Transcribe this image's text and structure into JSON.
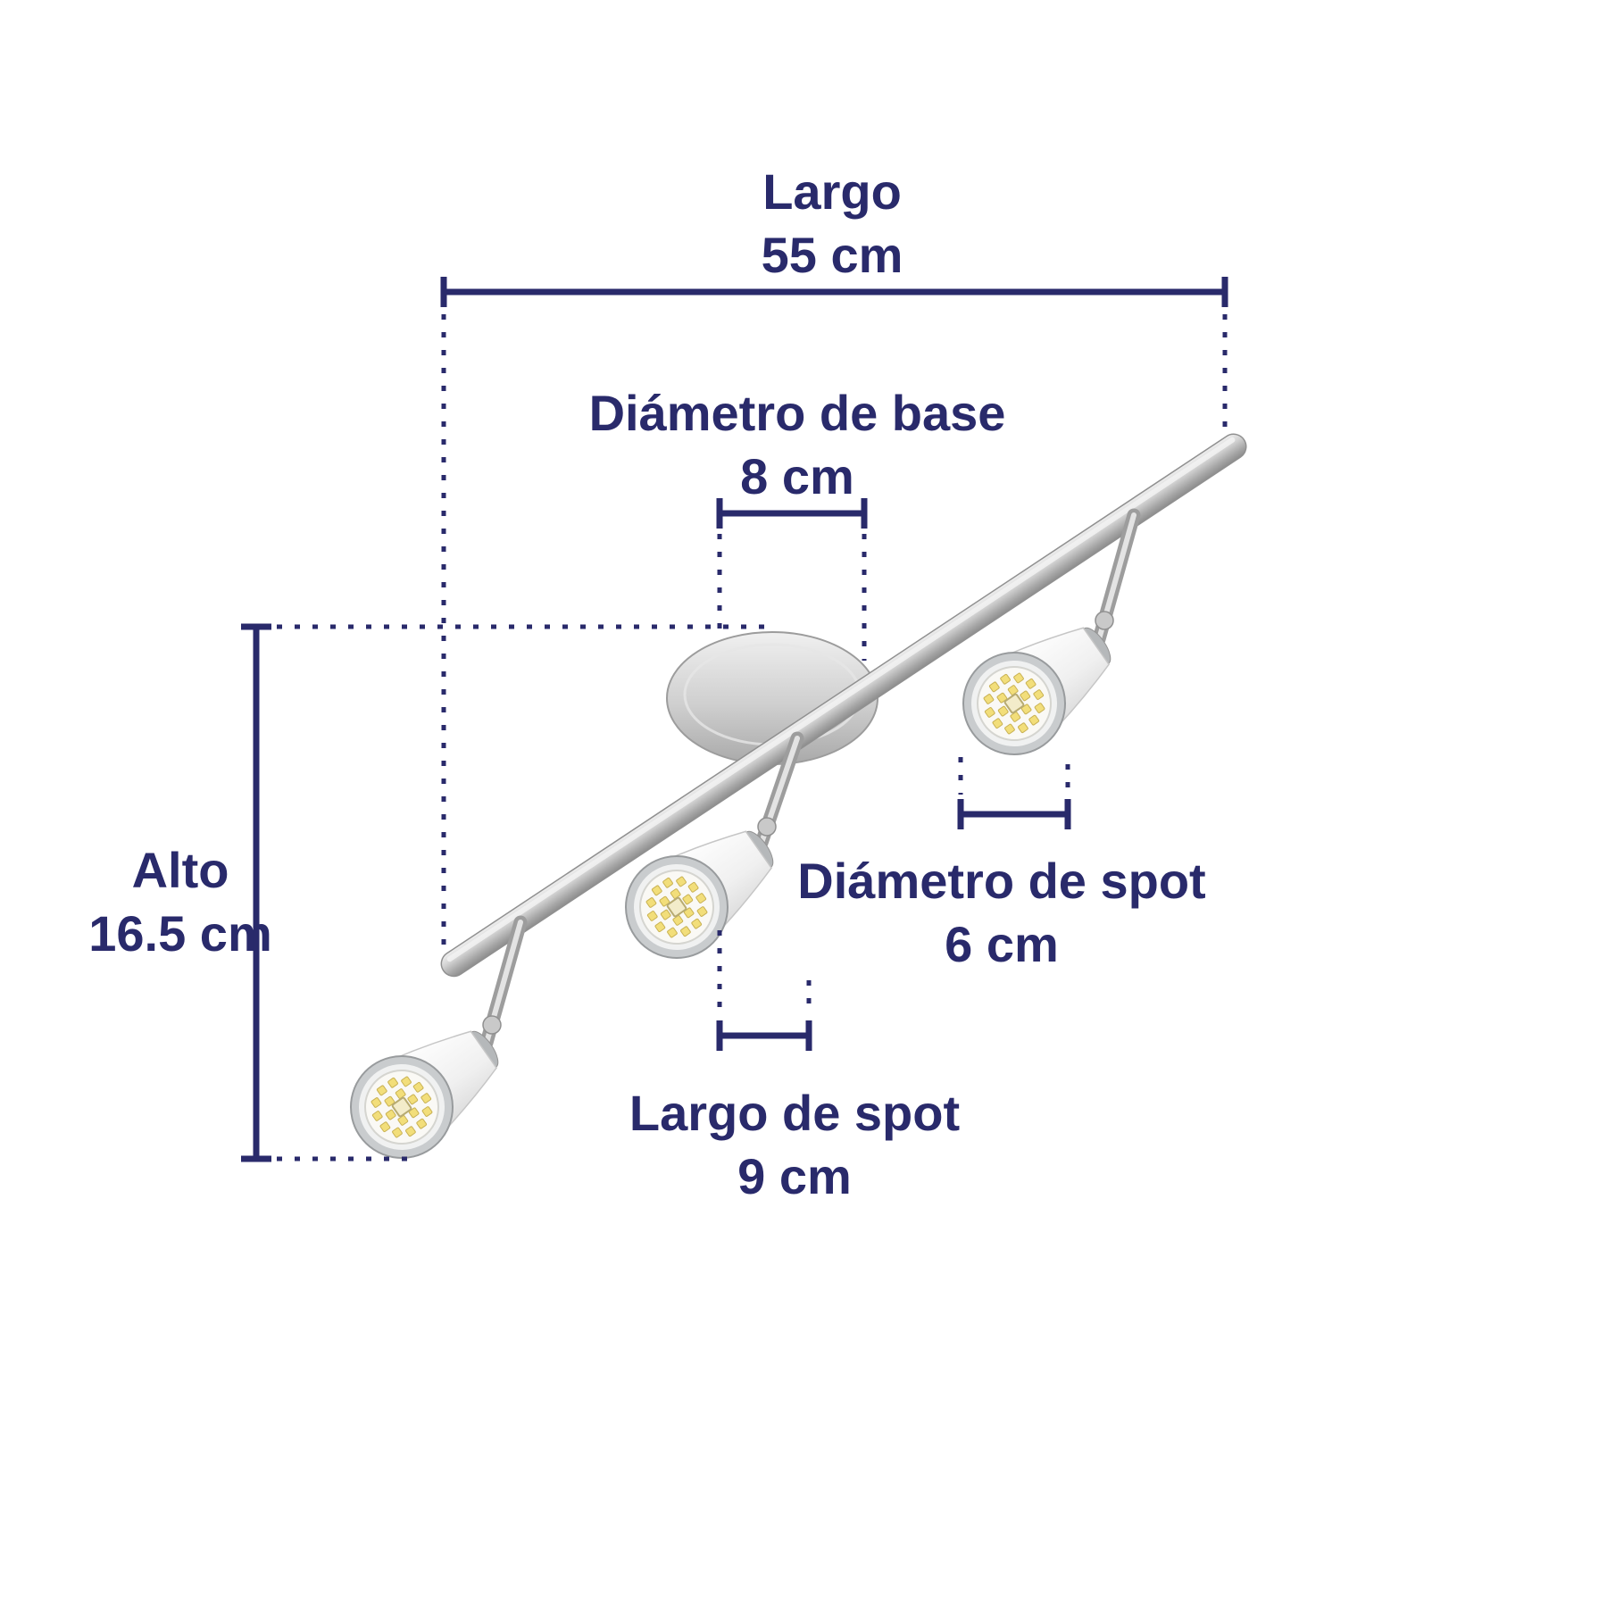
{
  "labels": {
    "largo": {
      "title": "Largo",
      "value": "55 cm"
    },
    "diametro_base": {
      "title": "Diámetro de base",
      "value": "8 cm"
    },
    "alto": {
      "title": "Alto",
      "value": "16.5 cm"
    },
    "diametro_spot": {
      "title": "Diámetro de spot",
      "value": "6 cm"
    },
    "largo_spot": {
      "title": "Largo de spot",
      "value": "9 cm"
    }
  },
  "colors": {
    "dimension_line": "#292a6b",
    "metal_light": "#efefef",
    "metal_dark": "#8d8d8d",
    "led_yellow": "#f2de7a"
  }
}
